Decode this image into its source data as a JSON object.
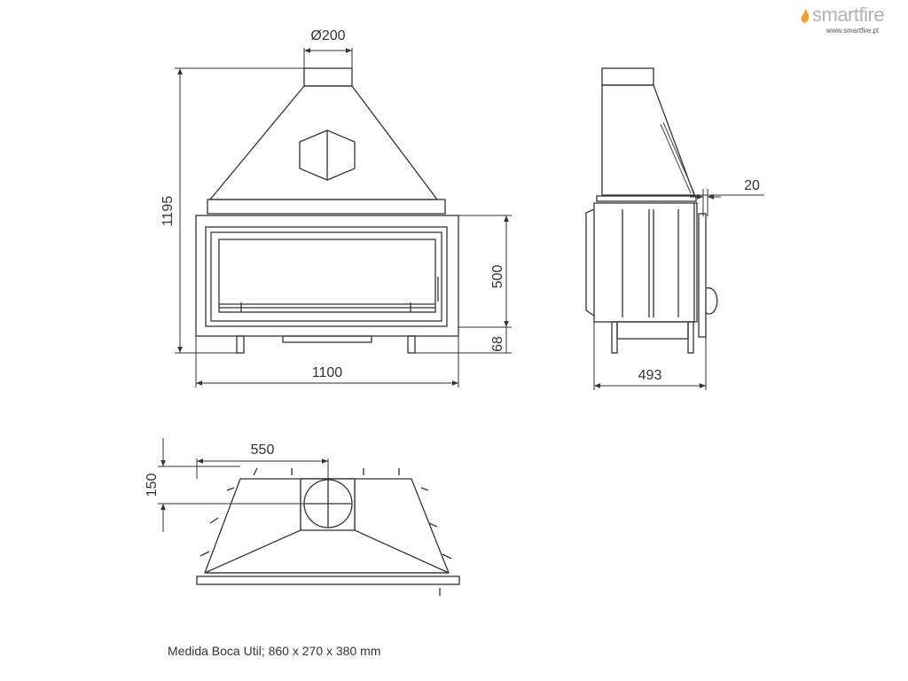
{
  "brand": {
    "name": "smartfire",
    "url": "www.smartfire.pt",
    "color": "#b3b3b3",
    "accent": "#f0a030",
    "icon": "flame-icon"
  },
  "dimensions": {
    "flue_diameter": "Ø200",
    "total_height": "1195",
    "opening_height": "500",
    "leg_height": "68",
    "width": "1100",
    "depth": "493",
    "side_offset": "20",
    "flue_center_x": "550",
    "flue_center_y": "150"
  },
  "caption": "Medida Boca Util; 860 x 270 x 380 mm"
}
